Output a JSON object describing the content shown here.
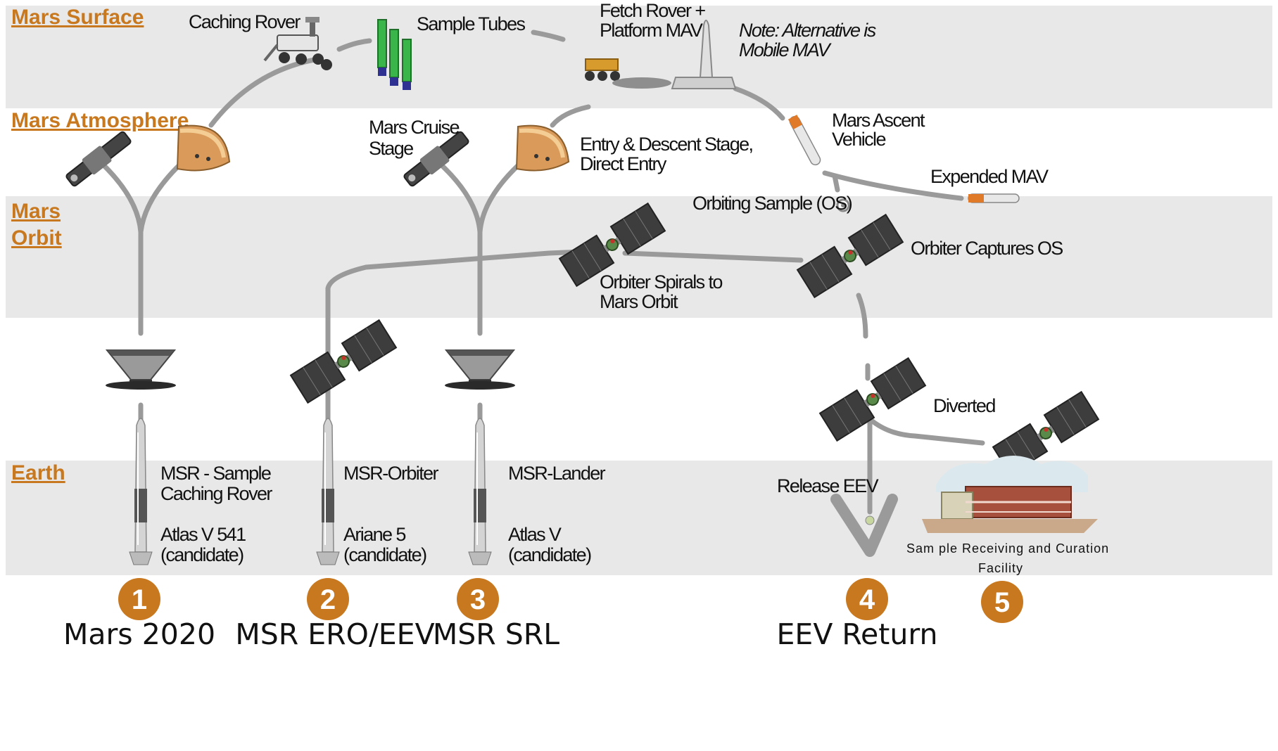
{
  "zones": {
    "surface": "Mars Surface",
    "atmosphere": "Mars Atmosphere",
    "orbit_line1": "Mars",
    "orbit_line2": "Orbit",
    "earth": "Earth"
  },
  "labels": {
    "caching_rover": "Caching Rover",
    "sample_tubes": "Sample Tubes",
    "fetch_rover_1": "Fetch Rover +",
    "fetch_rover_2": "Platform MAV",
    "note_1": "Note: Alternative is",
    "note_2": "Mobile MAV",
    "cruise_stage_1": "Mars Cruise",
    "cruise_stage_2": "Stage",
    "entry_stage_1": "Entry & Descent Stage,",
    "entry_stage_2": "Direct Entry",
    "ascent_vehicle_1": "Mars Ascent",
    "ascent_vehicle_2": "Vehicle",
    "expended_mav": "Expended MAV",
    "orbiting_sample": "Orbiting Sample (OS)",
    "orbiter_captures": "Orbiter Captures OS",
    "orbiter_spirals_1": "Orbiter Spirals to",
    "orbiter_spirals_2": "Mars Orbit",
    "diverted": "Diverted",
    "release_eev": "Release EEV",
    "facility_1": "Sam ple Receiving and Curation",
    "facility_2": "Facility",
    "msr_sample_1": "MSR - Sample",
    "msr_sample_2": "Caching Rover",
    "atlas541_1": "Atlas V 541",
    "atlas541_2": "(candidate)",
    "msr_orbiter": "MSR-Orbiter",
    "ariane_1": "Ariane 5",
    "ariane_2": "(candidate)",
    "msr_lander": "MSR-Lander",
    "atlasv_1": "Atlas V",
    "atlasv_2": "(candidate)"
  },
  "missions": [
    {
      "number": "1",
      "name": "Mars 2020"
    },
    {
      "number": "2",
      "name": "MSR ERO/EEV"
    },
    {
      "number": "3",
      "name": "MSR SRL"
    },
    {
      "number": "4",
      "name": "EEV Return"
    },
    {
      "number": "5",
      "name": ""
    }
  ],
  "colors": {
    "accent": "#c8781e",
    "band": "#e8e8e8",
    "path": "#9a9a9a"
  }
}
